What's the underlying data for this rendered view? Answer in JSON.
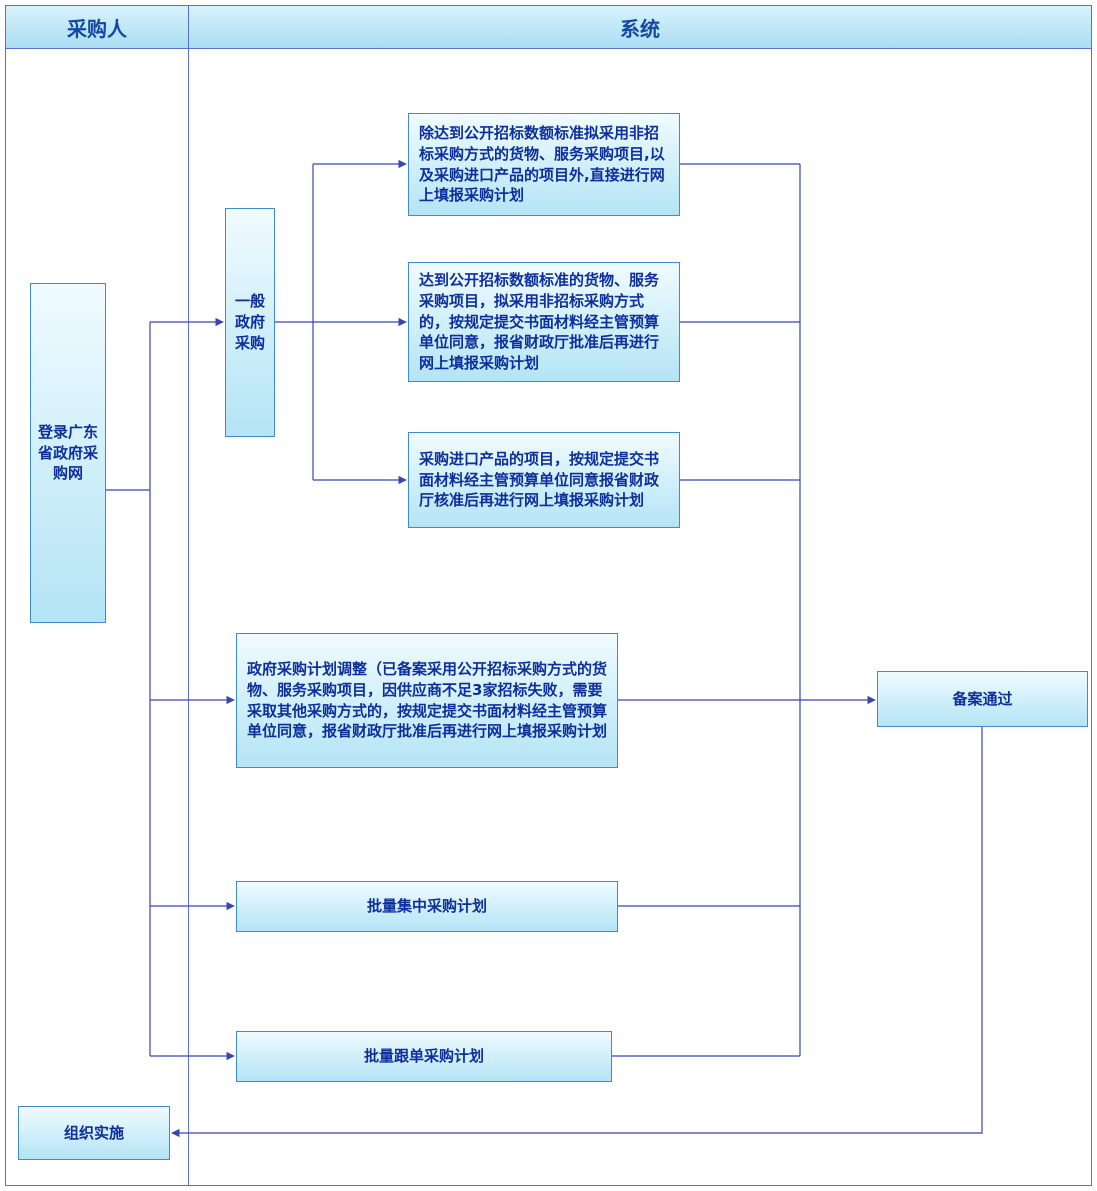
{
  "diagram": {
    "lanes": [
      {
        "id": "purchaser",
        "label": "采购人"
      },
      {
        "id": "system",
        "label": "系统"
      }
    ],
    "nodes": {
      "login": {
        "label": "登录广东省政府采购网"
      },
      "general_procurement": {
        "label": "一般政府采购"
      },
      "direct_online_fill": {
        "label": "除达到公开招标数额标准拟采用非招标采购方式的货物、服务采购项目,以及采购进口产品的项目外,直接进行网上填报采购计划"
      },
      "non_tender_approval": {
        "label": "达到公开招标数额标准的货物、服务采购项目，拟采用非招标采购方式的，按规定提交书面材料经主管预算单位同意，报省财政厅批准后再进行网上填报采购计划"
      },
      "import_products": {
        "label": "采购进口产品的项目，按规定提交书面材料经主管预算单位同意报省财政厅核准后再进行网上填报采购计划"
      },
      "plan_adjustment": {
        "label": "政府采购计划调整（已备案采用公开招标采购方式的货物、服务采购项目，因供应商不足3家招标失败，需要采取其他采购方式的，按规定提交书面材料经主管预算单位同意，报省财政厅批准后再进行网上填报采购计划"
      },
      "batch_centralized": {
        "label": "批量集中采购计划"
      },
      "batch_follow_order": {
        "label": "批量跟单采购计划"
      },
      "filing_passed": {
        "label": "备案通过"
      },
      "organize_implementation": {
        "label": "组织实施"
      }
    },
    "colors": {
      "node_border": "#3e8ccc",
      "node_fill_top": "#f0fbff",
      "node_fill_bottom": "#b4e4f5",
      "header_fill_top": "#d8f2fc",
      "header_fill_bottom": "#a9def2",
      "connector": "#3a45b5",
      "node_text": "#0d2f9e",
      "header_text": "#1548a5",
      "frame_border": "#5b6fd0"
    }
  }
}
